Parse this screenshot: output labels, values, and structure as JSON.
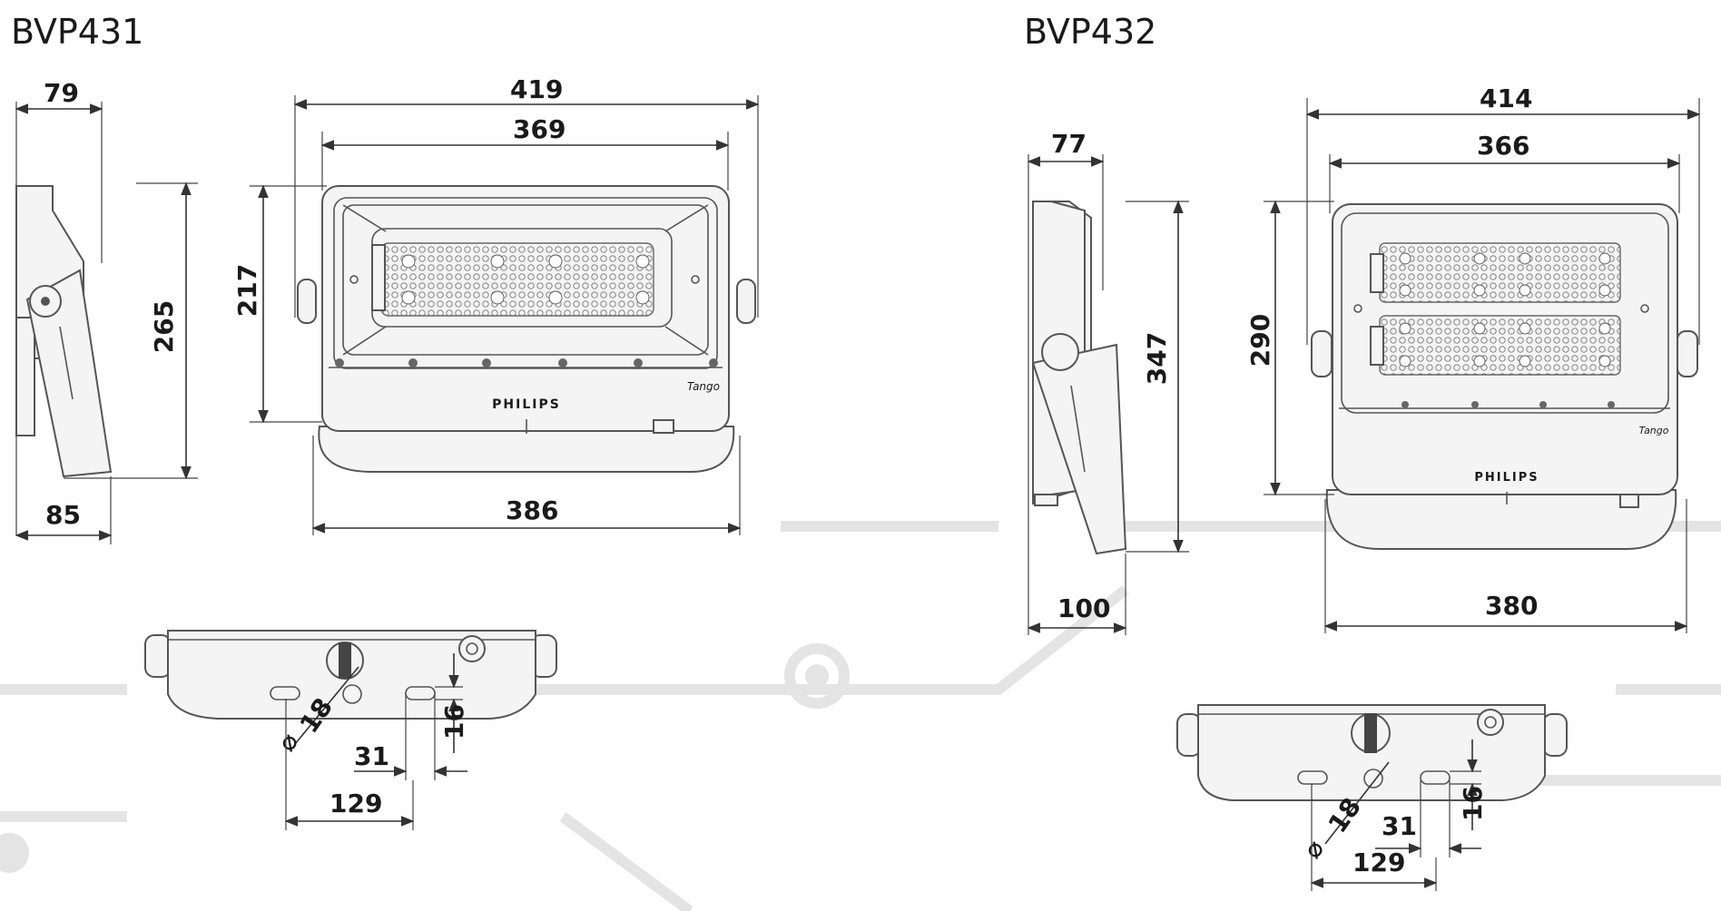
{
  "models": [
    {
      "title": "BVP431",
      "side_view": {
        "top_depth": "79",
        "height": "265",
        "bottom_depth": "85"
      },
      "front_view": {
        "overall_width": "419",
        "inner_width": "369",
        "bottom_width": "386",
        "height": "217",
        "brand_label": "PHILIPS",
        "model_label": "Tango"
      },
      "bottom_view": {
        "hole_diameter": "18",
        "slot_width": "31",
        "slot_height": "16",
        "hole_spacing": "129",
        "diameter_symbol": "⌀"
      }
    },
    {
      "title": "BVP432",
      "side_view": {
        "top_depth": "77",
        "height": "347",
        "bottom_depth": "100"
      },
      "front_view": {
        "overall_width": "414",
        "inner_width": "366",
        "bottom_width": "380",
        "height": "290",
        "brand_label": "PHILIPS",
        "model_label": "Tango"
      },
      "bottom_view": {
        "hole_diameter": "18",
        "slot_width": "31",
        "slot_height": "16",
        "hole_spacing": "129",
        "diameter_symbol": "⌀"
      }
    }
  ],
  "colors": {
    "line": "#333333",
    "housing": "#f4f4f4",
    "background_trace": "#e4e4e4"
  }
}
